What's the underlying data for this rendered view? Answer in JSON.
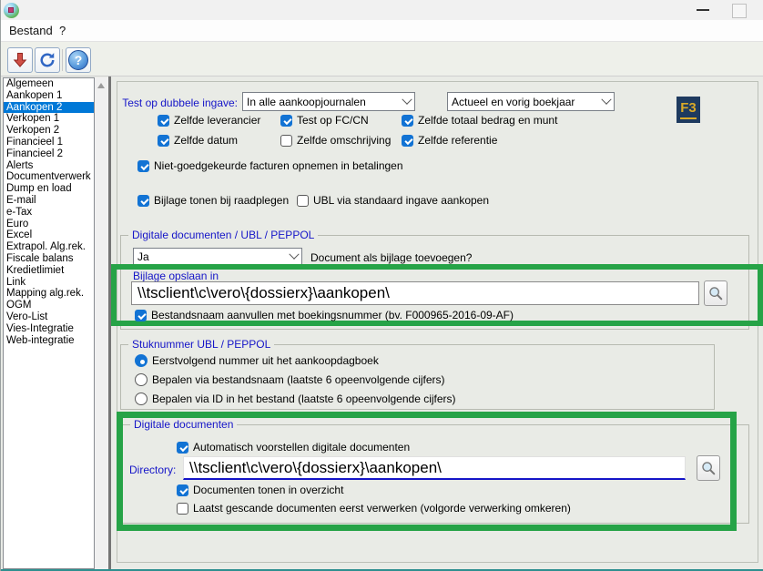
{
  "colors": {
    "annot_green": "#26a347",
    "label_blue": "#1515c8",
    "check_blue": "#1273d4",
    "selection_blue": "#0078d7"
  },
  "menu": {
    "bestand": "Bestand",
    "help": "?"
  },
  "toolbar": {
    "exit_icon": "exit",
    "refresh_icon": "refresh",
    "help_icon": "?"
  },
  "sidebar": {
    "selected_index": 2,
    "items": [
      "Algemeen",
      "Aankopen 1",
      "Aankopen 2",
      "Verkopen 1",
      "Verkopen 2",
      "Financieel 1",
      "Financieel 2",
      "Alerts",
      "Documentverwerk",
      "Dump en load",
      "E-mail",
      "e-Tax",
      "Euro",
      "Excel",
      "Extrapol. Alg.rek.",
      "Fiscale balans",
      "Kredietlimiet",
      "Link",
      "Mapping alg.rek.",
      "OGM",
      "Vero-List",
      "Vies-Integratie",
      "Web-integratie"
    ]
  },
  "main": {
    "duplicate_test": {
      "label": "Test op dubbele ingave:",
      "journal_select": "In alle aankoopjournalen",
      "period_select": "Actueel en vorig boekjaar",
      "f3_badge": "F3",
      "checkboxes": [
        {
          "label": "Zelfde leverancier",
          "checked": true
        },
        {
          "label": "Test op FC/CN",
          "checked": true
        },
        {
          "label": "Zelfde totaal bedrag en munt",
          "checked": true
        },
        {
          "label": "Zelfde datum",
          "checked": true
        },
        {
          "label": "Zelfde omschrijving",
          "checked": false
        },
        {
          "label": "Zelfde referentie",
          "checked": true
        }
      ]
    },
    "flags": [
      {
        "label": "Niet-goedgekeurde facturen opnemen in betalingen",
        "checked": true
      },
      {
        "label": "Bijlage tonen bij raadplegen",
        "checked": true
      },
      {
        "label": "UBL via standaard ingave aankopen",
        "checked": false
      }
    ],
    "ubl_group": {
      "title": "Digitale documenten / UBL / PEPPOL",
      "attach_select": "Ja",
      "attach_label": "Document als bijlage toevoegen?",
      "save_label": "Bijlage opslaan in",
      "save_path": "\\\\tsclient\\c\\vero\\{dossierx}\\aankopen\\",
      "filename_checkbox": {
        "label": "Bestandsnaam aanvullen met boekingsnummer (bv. F000965-2016-09-AF)",
        "checked": true
      }
    },
    "stuknummer_group": {
      "title": "Stuknummer UBL / PEPPOL",
      "options": [
        {
          "label": "Eerstvolgend nummer uit het aankoopdagboek",
          "selected": true
        },
        {
          "label": "Bepalen via bestandsnaam (laatste 6 opeenvolgende cijfers)",
          "selected": false
        },
        {
          "label": "Bepalen via ID in het bestand (laatste 6 opeenvolgende cijfers)",
          "selected": false
        }
      ]
    },
    "digidoc_group": {
      "title": "Digitale documenten",
      "auto_checkbox": {
        "label": "Automatisch voorstellen digitale documenten",
        "checked": true
      },
      "directory_label": "Directory:",
      "directory_path": "\\\\tsclient\\c\\vero\\{dossierx}\\aankopen\\",
      "show_checkbox": {
        "label": "Documenten tonen in overzicht",
        "checked": true
      },
      "reverse_checkbox": {
        "label": "Laatst gescande documenten eerst verwerken (volgorde verwerking omkeren)",
        "checked": false
      }
    }
  }
}
